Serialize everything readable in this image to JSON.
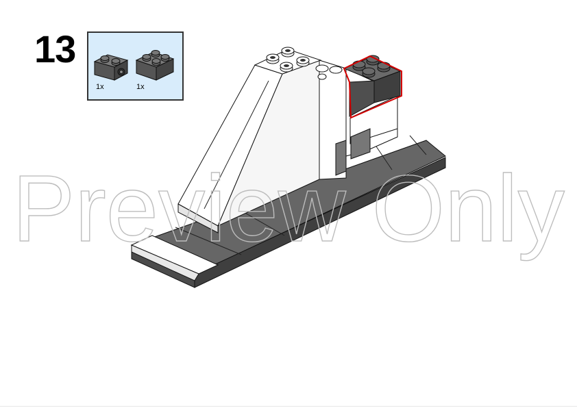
{
  "step": {
    "number": "13"
  },
  "parts": [
    {
      "name": "brick 1x2 technic with holes",
      "quantity": "1x",
      "color": "#5a5a5a"
    },
    {
      "name": "brick 2x2",
      "quantity": "1x",
      "color": "#5a5a5a"
    }
  ],
  "watermark": {
    "text": "Preview Only"
  },
  "colors": {
    "dark_gray": "#5b5b5b",
    "highlight": "#d40000",
    "parts_background": "#d8ecfb"
  }
}
